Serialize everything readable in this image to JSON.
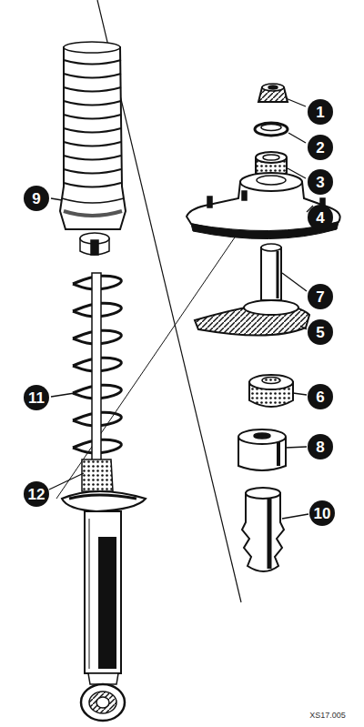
{
  "diagram": {
    "labels": [
      "1",
      "2",
      "3",
      "9",
      "4",
      "7",
      "5",
      "11",
      "6",
      "8",
      "12",
      "10",
      "XS17.005"
    ]
  }
}
